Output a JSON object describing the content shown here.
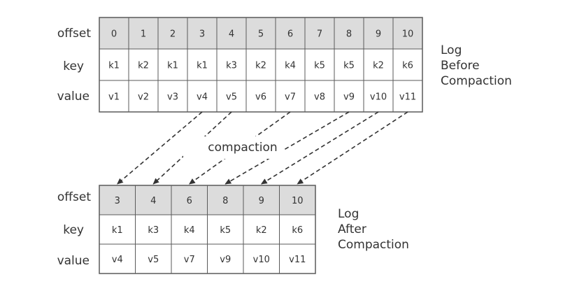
{
  "row_labels": {
    "offset": "offset",
    "key": "key",
    "value": "value"
  },
  "before": {
    "label_lines": [
      "Log",
      "Before",
      "Compaction"
    ],
    "offsets": [
      "0",
      "1",
      "2",
      "3",
      "4",
      "5",
      "6",
      "7",
      "8",
      "9",
      "10"
    ],
    "keys": [
      "k1",
      "k2",
      "k1",
      "k1",
      "k3",
      "k2",
      "k4",
      "k5",
      "k5",
      "k2",
      "k6"
    ],
    "values": [
      "v1",
      "v2",
      "v3",
      "v4",
      "v5",
      "v6",
      "v7",
      "v8",
      "v9",
      "v10",
      "v11"
    ]
  },
  "after": {
    "label_lines": [
      "Log",
      "After",
      "Compaction"
    ],
    "offsets": [
      "3",
      "4",
      "6",
      "8",
      "9",
      "10"
    ],
    "keys": [
      "k1",
      "k3",
      "k4",
      "k5",
      "k2",
      "k6"
    ],
    "values": [
      "v4",
      "v5",
      "v7",
      "v9",
      "v10",
      "v11"
    ]
  },
  "arrow_label": "compaction",
  "arrows": [
    {
      "from_offset": "3",
      "to_offset": "3"
    },
    {
      "from_offset": "4",
      "to_offset": "4"
    },
    {
      "from_offset": "6",
      "to_offset": "6"
    },
    {
      "from_offset": "8",
      "to_offset": "8"
    },
    {
      "from_offset": "9",
      "to_offset": "9"
    },
    {
      "from_offset": "10",
      "to_offset": "10"
    }
  ],
  "colors": {
    "header_fill": "#dcdcdc",
    "cell_fill": "#ffffff",
    "border": "#5a5a5a",
    "arrow": "#333333"
  }
}
